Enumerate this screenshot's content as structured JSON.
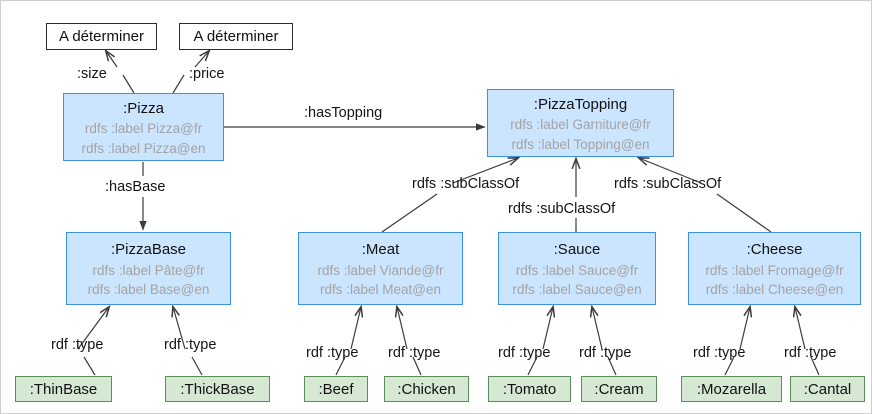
{
  "diagram": {
    "title": "Pizza ontology RDF class diagram",
    "colors": {
      "class_fill": "#cce5ff",
      "class_border": "#3d91dd",
      "instance_fill": "#d5e8d4",
      "instance_border": "#5a8f5a",
      "plain_fill": "#ffffff",
      "plain_border": "#2b2b2b",
      "label_text": "#a3a3a3",
      "edge_stroke": "#3b3b3b"
    },
    "datatype_nodes": [
      {
        "id": "size-range",
        "label": "A déterminer"
      },
      {
        "id": "price-range",
        "label": "A déterminer"
      }
    ],
    "classes": [
      {
        "id": "pizza",
        "name": ":Pizza",
        "labels": [
          "rdfs :label Pizza@fr",
          "rdfs :label Pizza@en"
        ]
      },
      {
        "id": "pizzatopping",
        "name": ":PizzaTopping",
        "labels": [
          "rdfs :label Garniture@fr",
          "rdfs :label Topping@en"
        ]
      },
      {
        "id": "pizzabase",
        "name": ":PizzaBase",
        "labels": [
          "rdfs :label Pâte@fr",
          "rdfs :label Base@en"
        ]
      },
      {
        "id": "meat",
        "name": ":Meat",
        "labels": [
          "rdfs :label Viande@fr",
          "rdfs :label Meat@en"
        ]
      },
      {
        "id": "sauce",
        "name": ":Sauce",
        "labels": [
          "rdfs :label Sauce@fr",
          "rdfs :label Sauce@en"
        ]
      },
      {
        "id": "cheese",
        "name": ":Cheese",
        "labels": [
          "rdfs :label Fromage@fr",
          "rdfs :label Cheese@en"
        ]
      }
    ],
    "instances": [
      {
        "id": "thinbase",
        "name": ":ThinBase"
      },
      {
        "id": "thickbase",
        "name": ":ThickBase"
      },
      {
        "id": "beef",
        "name": ":Beef"
      },
      {
        "id": "chicken",
        "name": ":Chicken"
      },
      {
        "id": "tomato",
        "name": ":Tomato"
      },
      {
        "id": "cream",
        "name": ":Cream"
      },
      {
        "id": "mozarella",
        "name": ":Mozarella"
      },
      {
        "id": "cantal",
        "name": ":Cantal"
      }
    ],
    "edge_labels": [
      {
        "id": "size",
        "text": ":size"
      },
      {
        "id": "price",
        "text": ":price"
      },
      {
        "id": "hastopping",
        "text": ":hasTopping"
      },
      {
        "id": "hasbase",
        "text": ":hasBase"
      },
      {
        "id": "subclassof-meat",
        "text": "rdfs :subClassOf"
      },
      {
        "id": "subclassof-sauce",
        "text": "rdfs :subClassOf"
      },
      {
        "id": "subclassof-cheese",
        "text": "rdfs :subClassOf"
      },
      {
        "id": "type-thinbase",
        "text": "rdf :type"
      },
      {
        "id": "type-thickbase",
        "text": "rdf :type"
      },
      {
        "id": "type-beef",
        "text": "rdf :type"
      },
      {
        "id": "type-chicken",
        "text": "rdf :type"
      },
      {
        "id": "type-tomato",
        "text": "rdf :type"
      },
      {
        "id": "type-cream",
        "text": "rdf :type"
      },
      {
        "id": "type-mozarella",
        "text": "rdf :type"
      },
      {
        "id": "type-cantal",
        "text": "rdf :type"
      }
    ]
  }
}
